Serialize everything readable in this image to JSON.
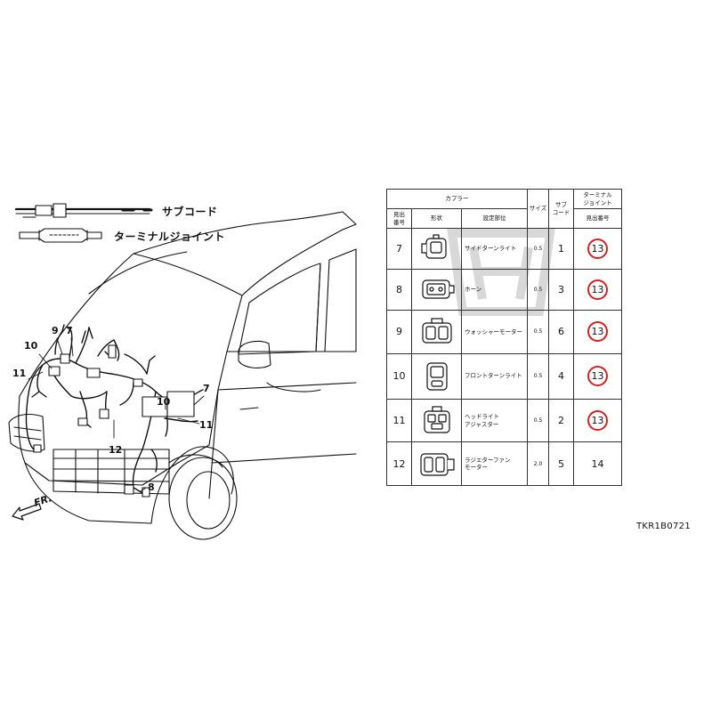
{
  "legend": {
    "sub_cord": "サブコード",
    "terminal_joint": "ターミナルジョイント"
  },
  "callouts": {
    "left": [
      {
        "text": "10"
      },
      {
        "text": "9"
      },
      {
        "text": "7"
      },
      {
        "text": "11"
      }
    ],
    "right": [
      {
        "text": "7"
      },
      {
        "text": "10"
      },
      {
        "text": "11"
      },
      {
        "text": "12"
      },
      {
        "text": "8"
      }
    ]
  },
  "direction_label": "FR.",
  "diagram_code": "TKR1B0721",
  "table": {
    "headers": {
      "coupler": "カプラー",
      "index_no": "見出\n番号",
      "shape": "形状",
      "location": "設定部位",
      "size": "サイズ",
      "sub_code": "サブ\nコード",
      "terminal_joint": "ターミナル\nジョイント",
      "index_no_ref": "見出番号"
    },
    "rows": [
      {
        "no": "7",
        "location": "サイドターンライト",
        "size": "0.5",
        "sub": "1",
        "term": "13",
        "circled": true
      },
      {
        "no": "8",
        "location": "ホーン",
        "size": "0.5",
        "sub": "3",
        "term": "13",
        "circled": true
      },
      {
        "no": "9",
        "location": "ウォッシャーモーター",
        "size": "0.5",
        "sub": "6",
        "term": "13",
        "circled": true
      },
      {
        "no": "10",
        "location": "フロントターンライト",
        "size": "0.5",
        "sub": "4",
        "term": "13",
        "circled": true
      },
      {
        "no": "11",
        "location": "ヘッドライト\nアジャスター",
        "size": "0.5",
        "sub": "2",
        "term": "13",
        "circled": true
      },
      {
        "no": "12",
        "location": "ラジエターファン\nモーター",
        "size": "2.0",
        "sub": "5",
        "term": "14",
        "circled": false
      }
    ]
  },
  "colors": {
    "circle": "#d22222",
    "line": "#111111"
  }
}
